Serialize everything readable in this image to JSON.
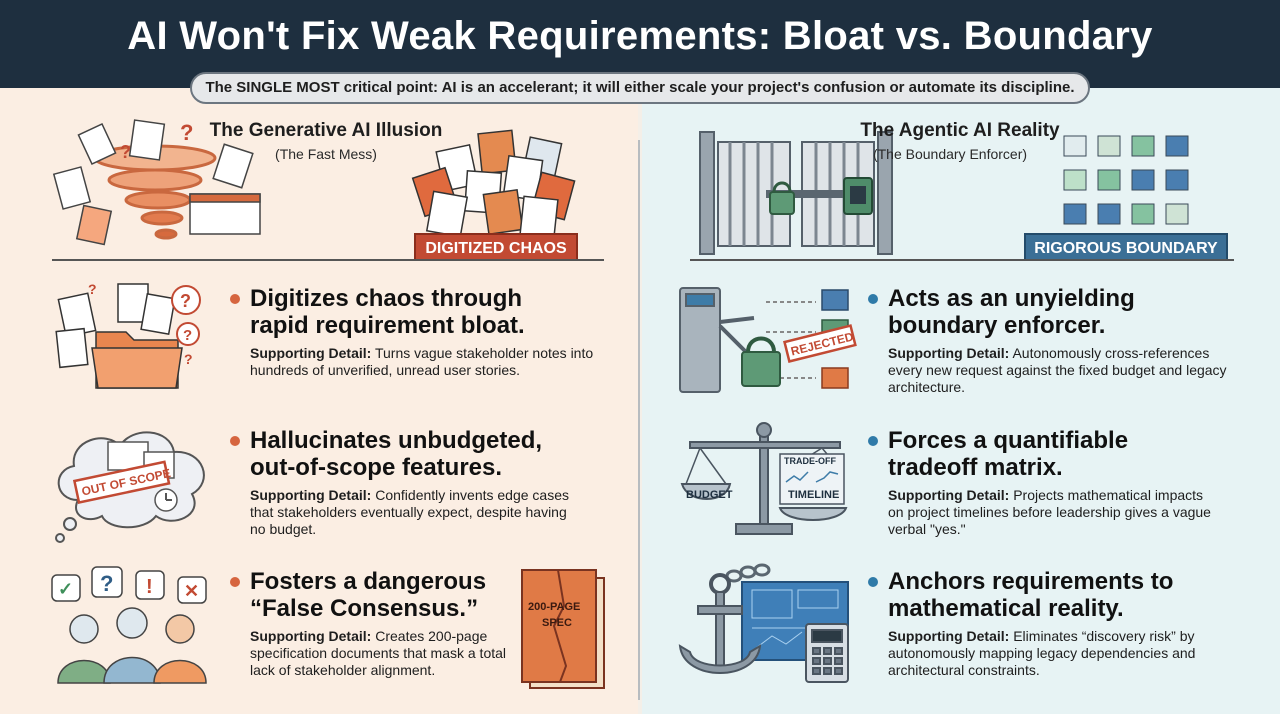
{
  "header": {
    "title": "AI Won't Fix Weak Requirements: Bloat vs. Boundary",
    "subtitle": "The SINGLE MOST critical point: AI is an accelerant; it will either scale your project's confusion or automate its discipline."
  },
  "left": {
    "hero_title": "The Generative AI Illusion",
    "hero_sub": "(The Fast Mess)",
    "badge": "DIGITIZED CHAOS",
    "points": [
      {
        "title": "Digitizes chaos through\nrapid requirement bloat.",
        "detail_label": "Supporting Detail:",
        "detail_text": "Turns vague stakeholder notes into hundreds of unverified, unread user stories.",
        "icon": "folder-documents-icon"
      },
      {
        "title": "Hallucinates unbudgeted,\nout-of-scope features.",
        "detail_label": "Supporting Detail:",
        "detail_text": "Confidently invents edge cases that stakeholders eventually expect, despite having no budget.",
        "icon": "thought-cloud-icon",
        "stamp": "OUT OF SCOPE"
      },
      {
        "title": "Fosters a dangerous\n“False Consensus.”",
        "detail_label": "Supporting Detail:",
        "detail_text": "Creates 200-page specification documents that mask a total lack of stakeholder alignment.",
        "icon": "stakeholders-icon",
        "book_label": "200-PAGE SPEC"
      }
    ]
  },
  "right": {
    "hero_title": "The Agentic AI Reality",
    "hero_sub": "(The Boundary Enforcer)",
    "badge": "RIGOROUS BOUNDARY",
    "points": [
      {
        "title": "Acts as an unyielding\nboundary enforcer.",
        "detail_label": "Supporting Detail:",
        "detail_text": "Autonomously cross-references every new request against the fixed budget and legacy architecture.",
        "icon": "turnstile-lock-icon",
        "stamp": "REJECTED"
      },
      {
        "title": "Forces a quantifiable\ntradeoff matrix.",
        "detail_label": "Supporting Detail:",
        "detail_text": "Projects mathematical impacts on project timelines before leadership gives a vague verbal \"yes.\"",
        "icon": "balance-scale-icon",
        "scale_left": "BUDGET",
        "scale_right_top": "TRADE-OFF",
        "scale_right": "TIMELINE"
      },
      {
        "title": "Anchors requirements to\nmathematical reality.",
        "detail_label": "Supporting Detail:",
        "detail_text": "Eliminates “discovery risk” by autonomously mapping legacy dependencies and architectural constraints.",
        "icon": "anchor-blueprint-icon"
      }
    ]
  },
  "colors": {
    "header_bg": "#1e2f3f",
    "left_bg": "#fbeee3",
    "right_bg": "#e7f3f4",
    "accent_red": "#c24a33",
    "accent_blue": "#3b6f96"
  }
}
